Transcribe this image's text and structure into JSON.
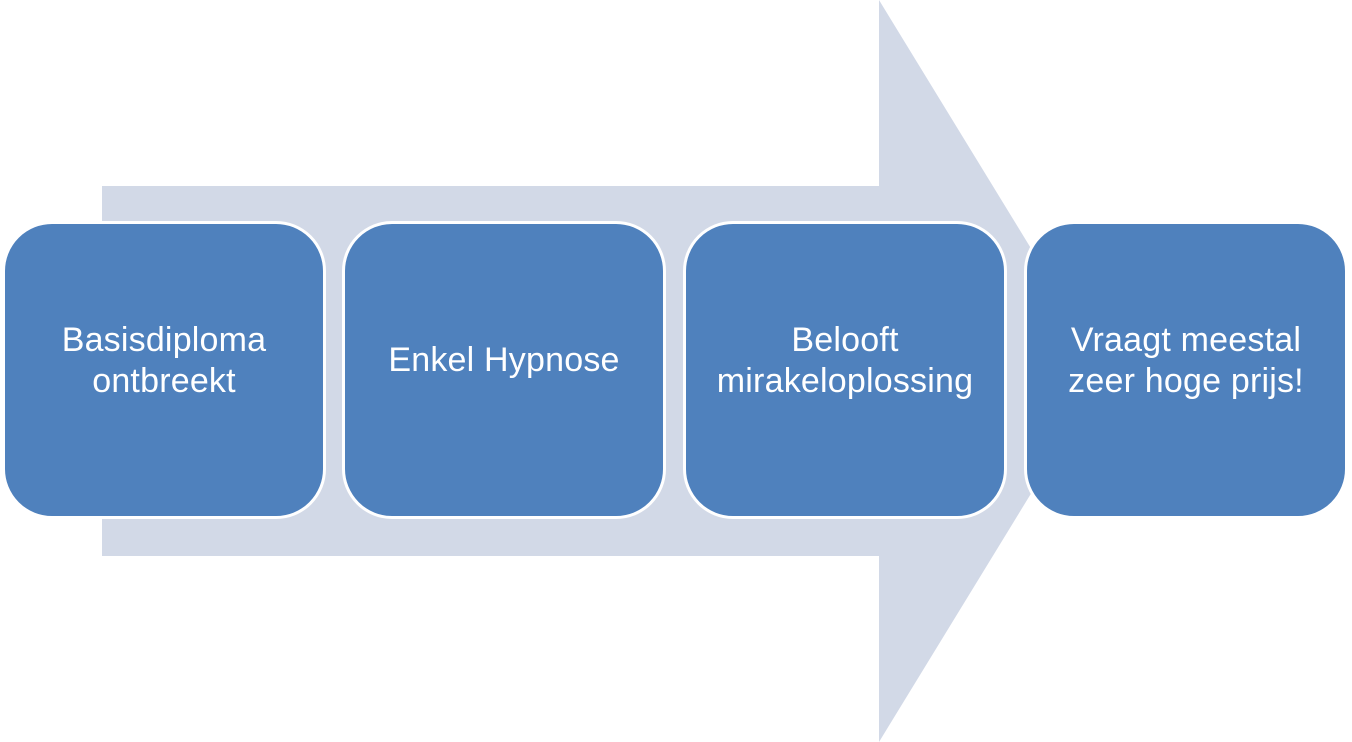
{
  "diagram": {
    "type": "process-arrow",
    "arrow_color": "#d2d9e7",
    "box_color": "#4f81bd",
    "box_border_color": "#ffffff",
    "text_color": "#ffffff",
    "steps": [
      {
        "label": "Basisdiploma ontbreekt"
      },
      {
        "label": "Enkel Hypnose"
      },
      {
        "label": "Belooft mirakeloplossing"
      },
      {
        "label": "Vraagt meestal zeer hoge prijs!"
      }
    ]
  }
}
